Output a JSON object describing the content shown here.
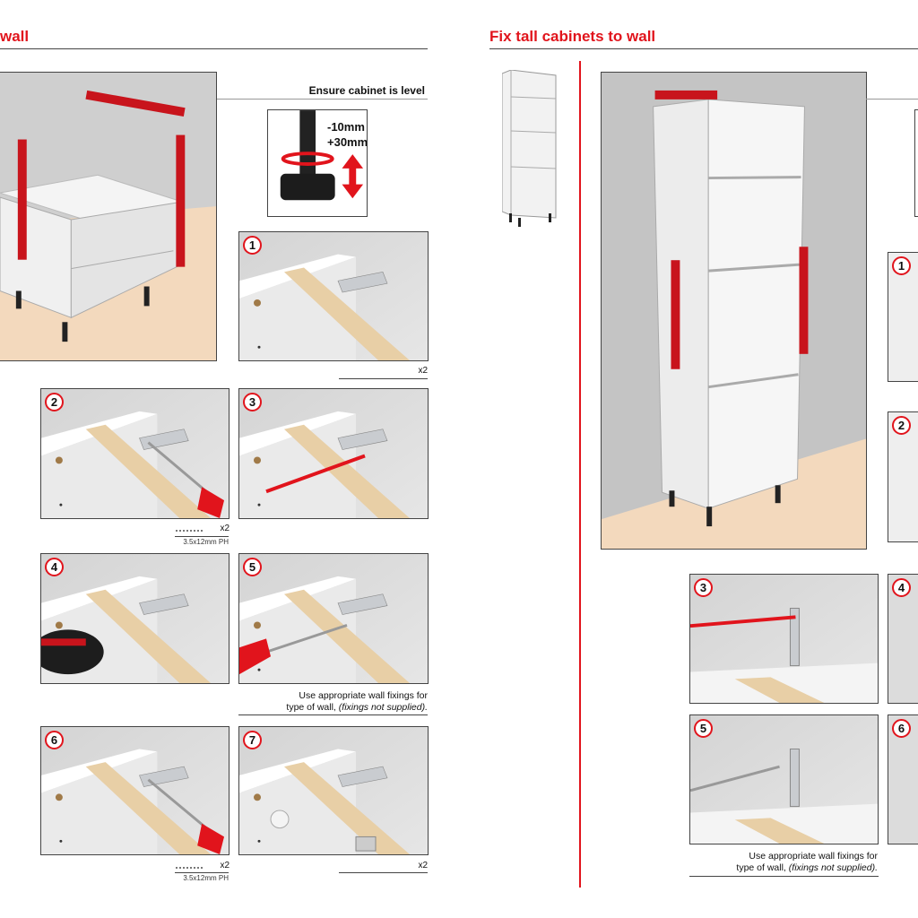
{
  "left_page": {
    "title": "wall",
    "level_caption": "Ensure cabinet is level",
    "adjust_range": [
      "-10mm",
      "+30mm"
    ],
    "steps": [
      {
        "number": "1",
        "qty": "x2"
      },
      {
        "number": "2",
        "qty": "x2",
        "screw_spec": "3.5x12mm PH"
      },
      {
        "number": "3"
      },
      {
        "number": "4"
      },
      {
        "number": "5"
      },
      {
        "number": "6",
        "qty": "x2",
        "screw_spec": "3.5x12mm PH"
      },
      {
        "number": "7",
        "qty": "x2"
      }
    ],
    "note_line1": "Use appropriate wall fixings for",
    "note_line2": "type of wall, ",
    "note_italic": "(fixings not supplied)."
  },
  "right_page": {
    "title": "Fix tall cabinets to wall",
    "steps": [
      "1",
      "2",
      "3",
      "4",
      "5",
      "6"
    ],
    "note_line1": "Use appropriate wall fixings for",
    "note_line2": "type of wall, ",
    "note_italic": "(fixings not supplied)."
  },
  "colors": {
    "accent": "#e1141c",
    "wall": "#c8c8c8",
    "floor": "#f3d9bd",
    "board_edge": "#e8cfa6"
  }
}
